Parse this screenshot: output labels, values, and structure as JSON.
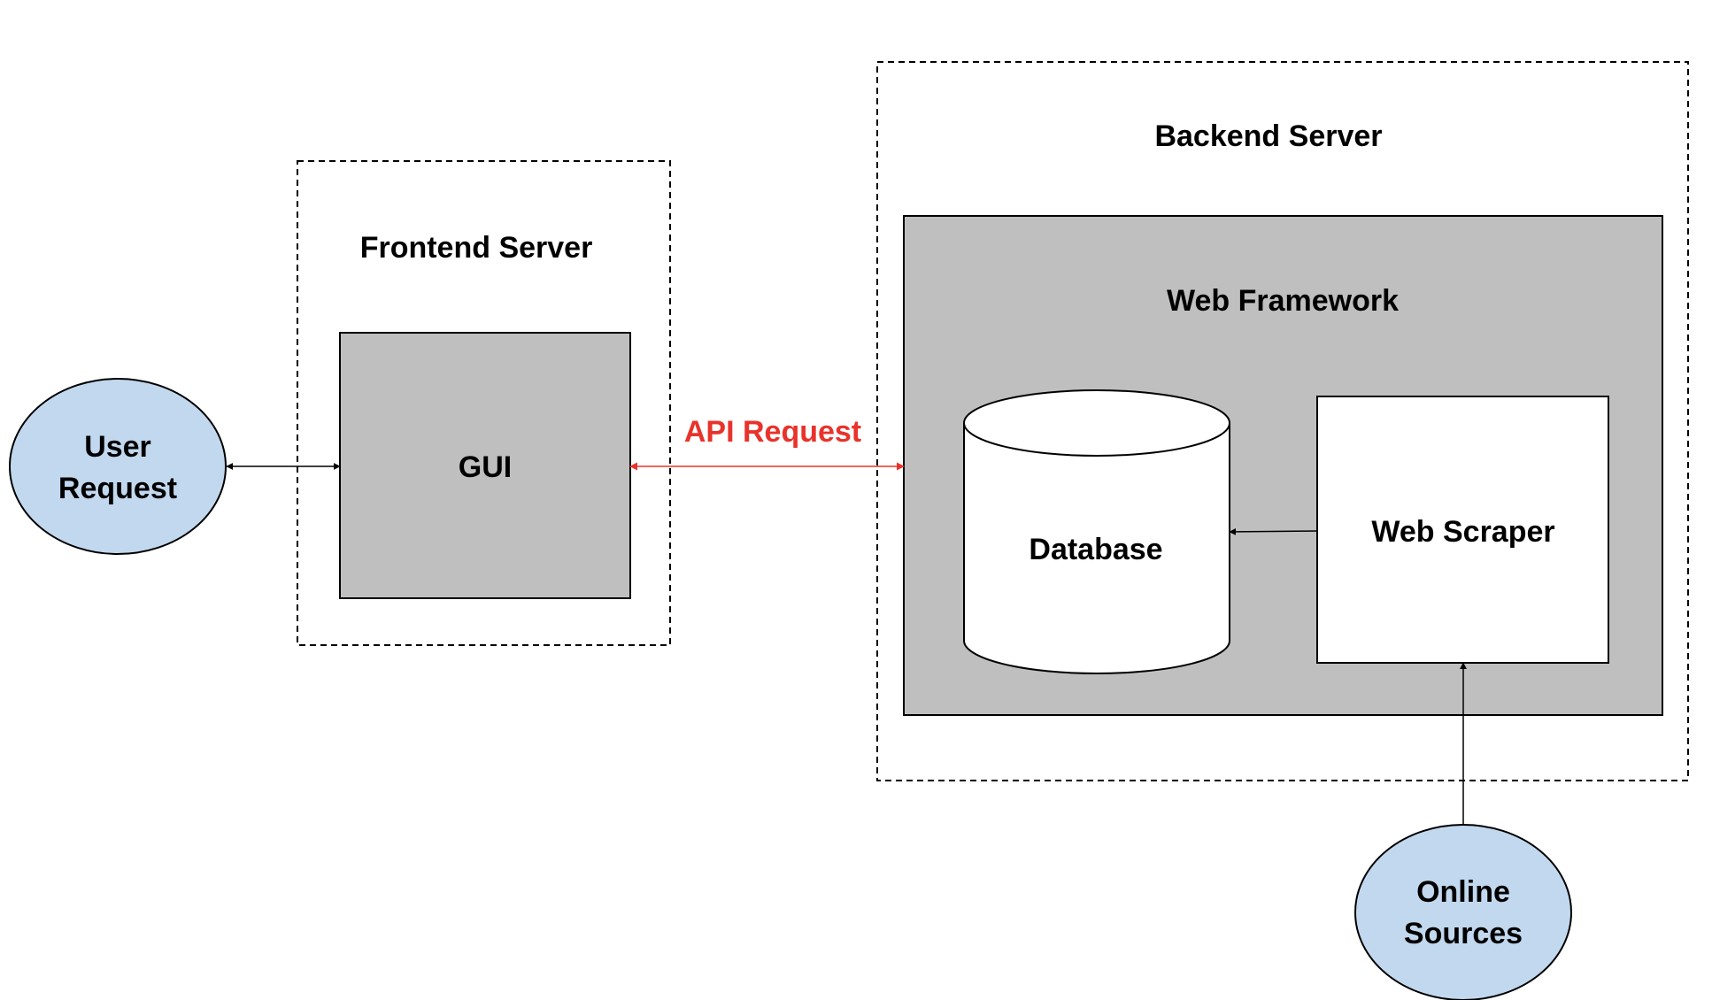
{
  "nodes": {
    "user_request": {
      "line1": "User",
      "line2": "Request"
    },
    "frontend_server": {
      "title": "Frontend Server"
    },
    "gui": {
      "label": "GUI"
    },
    "backend_server": {
      "title": "Backend Server"
    },
    "web_framework": {
      "title": "Web Framework"
    },
    "database": {
      "label": "Database"
    },
    "web_scraper": {
      "label": "Web Scraper"
    },
    "online_sources": {
      "line1": "Online",
      "line2": "Sources"
    }
  },
  "edges": {
    "api_request": {
      "label": "API Request"
    }
  },
  "colors": {
    "ellipse_fill": "#c2d8ee",
    "box_gray": "#bfbfbf",
    "api_red": "#e8332b",
    "stroke": "#000000"
  }
}
